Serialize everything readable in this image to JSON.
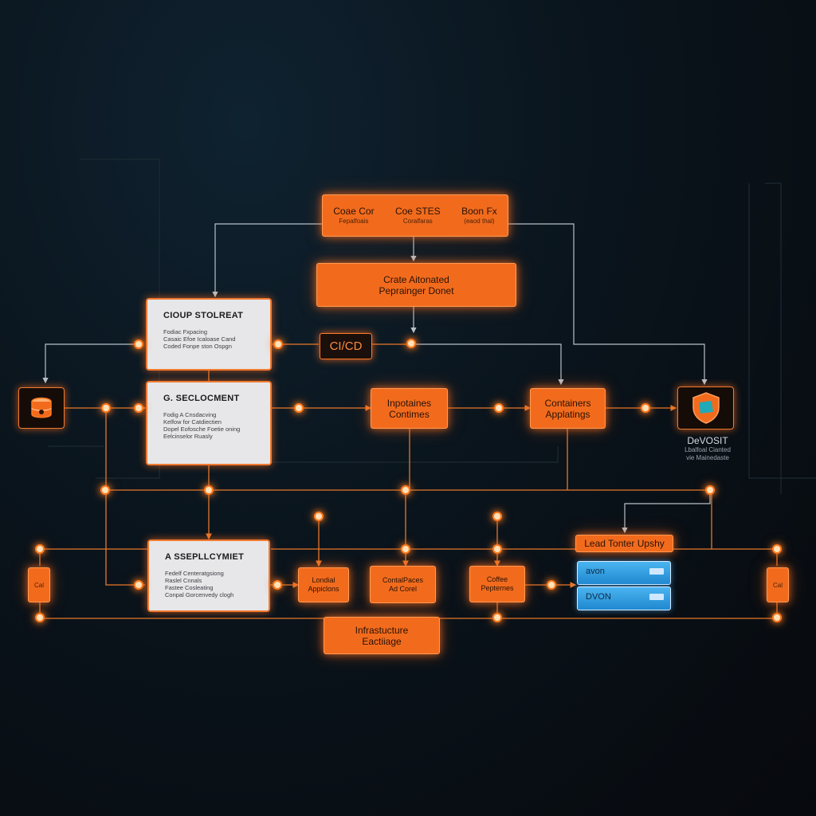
{
  "top_box": {
    "items": [
      {
        "title": "Coae Cor",
        "sub": "Fepalfoais"
      },
      {
        "title": "Coe STES",
        "sub": "Coralfaras"
      },
      {
        "title": "Boon Fx",
        "sub": "(eaod thal)"
      }
    ]
  },
  "create_box": {
    "line1": "Crate Aitonated",
    "line2": "Peprainger Donet"
  },
  "cicd_label": "CI/CD",
  "panels": [
    {
      "title": "CIOUP STOLREAT",
      "lines": [
        "Fodiac Fxpacing",
        "Casaic Efoe Icaloase Cand",
        "Coded Fonpe ston Ospgn"
      ]
    },
    {
      "title": "G. SECLOCMENT",
      "lines": [
        "Fodig A Cnsdacving",
        "Kelfow for Catdiectien",
        "Dopel Eofosche Foetie oning",
        "Eelcinselor Ruasly"
      ]
    },
    {
      "title": "A SSEPLLCYMIET",
      "lines": [
        "Fedelf Centeratgsiong",
        "Raslel Cnnals",
        "Fastee Cosleating",
        "Conpal Gorcenvedy clogh"
      ]
    }
  ],
  "mid_boxes": [
    {
      "line1": "Inpotaines",
      "line2": "Contimes"
    },
    {
      "line1": "Containers",
      "line2": "Applatings"
    }
  ],
  "devosit": {
    "title": "DeVOSIT",
    "line1": "Lbalfoal Cianted",
    "line2": "vie Mainedaste"
  },
  "load_label": "Lead Tonter Upshy",
  "low_boxes": [
    {
      "line1": "Londial",
      "line2": "Appiclons"
    },
    {
      "line1": "ContalPaces",
      "line2": "Ad Corel"
    },
    {
      "line1": "Coffee",
      "line2": "Pepternes"
    }
  ],
  "side_left": "Cal",
  "side_right": "Cal",
  "blue_cards": [
    "avon",
    "DVON"
  ],
  "infra": {
    "line1": "Infrastucture",
    "line2": "Eactiiage"
  },
  "icons": [
    "database-icon",
    "shield-icon"
  ],
  "colors": {
    "accent": "#f26b1d",
    "wire": "#e8772a",
    "wire_light": "#b8c0c8",
    "background": "#0a141c"
  }
}
